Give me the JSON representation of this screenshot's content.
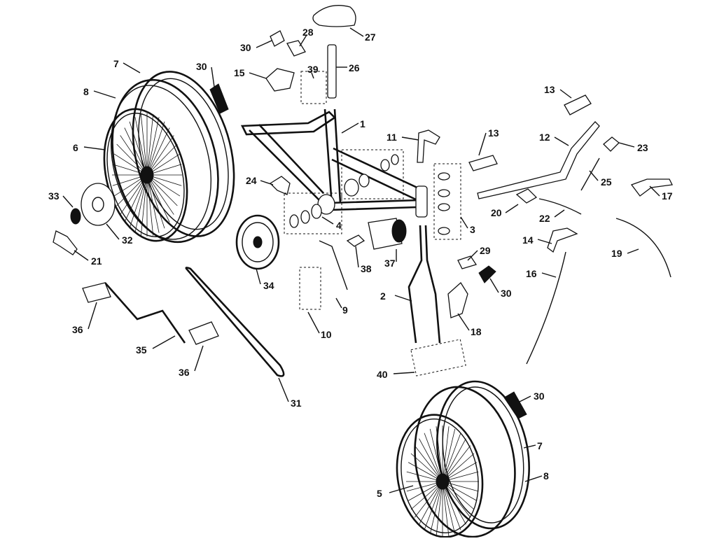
{
  "colors": {
    "ink": "#111111",
    "background": "#ffffff"
  },
  "callouts": [
    {
      "id": "c27",
      "text": "27"
    },
    {
      "id": "c28",
      "text": "28"
    },
    {
      "id": "c30a",
      "text": "30"
    },
    {
      "id": "c26",
      "text": "26"
    },
    {
      "id": "c39",
      "text": "39"
    },
    {
      "id": "c15",
      "text": "15"
    },
    {
      "id": "c30b",
      "text": "30"
    },
    {
      "id": "c7a",
      "text": "7"
    },
    {
      "id": "c8a",
      "text": "8"
    },
    {
      "id": "c6",
      "text": "6"
    },
    {
      "id": "c1",
      "text": "1"
    },
    {
      "id": "c11",
      "text": "11"
    },
    {
      "id": "c13a",
      "text": "13"
    },
    {
      "id": "c13b",
      "text": "13"
    },
    {
      "id": "c12",
      "text": "12"
    },
    {
      "id": "c23",
      "text": "23"
    },
    {
      "id": "c25",
      "text": "25"
    },
    {
      "id": "c17",
      "text": "17"
    },
    {
      "id": "c24",
      "text": "24"
    },
    {
      "id": "c33",
      "text": "33"
    },
    {
      "id": "c32",
      "text": "32"
    },
    {
      "id": "c21",
      "text": "21"
    },
    {
      "id": "c4",
      "text": "4"
    },
    {
      "id": "c3",
      "text": "3"
    },
    {
      "id": "c20",
      "text": "20"
    },
    {
      "id": "c22",
      "text": "22"
    },
    {
      "id": "c14",
      "text": "14"
    },
    {
      "id": "c19",
      "text": "19"
    },
    {
      "id": "c34",
      "text": "34"
    },
    {
      "id": "c38",
      "text": "38"
    },
    {
      "id": "c37",
      "text": "37"
    },
    {
      "id": "c29",
      "text": "29"
    },
    {
      "id": "c30c",
      "text": "30"
    },
    {
      "id": "c16",
      "text": "16"
    },
    {
      "id": "c9",
      "text": "9"
    },
    {
      "id": "c2",
      "text": "2"
    },
    {
      "id": "c18",
      "text": "18"
    },
    {
      "id": "c10",
      "text": "10"
    },
    {
      "id": "c36a",
      "text": "36"
    },
    {
      "id": "c35",
      "text": "35"
    },
    {
      "id": "c36b",
      "text": "36"
    },
    {
      "id": "c31",
      "text": "31"
    },
    {
      "id": "c40",
      "text": "40"
    },
    {
      "id": "c30d",
      "text": "30"
    },
    {
      "id": "c7b",
      "text": "7"
    },
    {
      "id": "c8b",
      "text": "8"
    },
    {
      "id": "c5",
      "text": "5"
    }
  ]
}
